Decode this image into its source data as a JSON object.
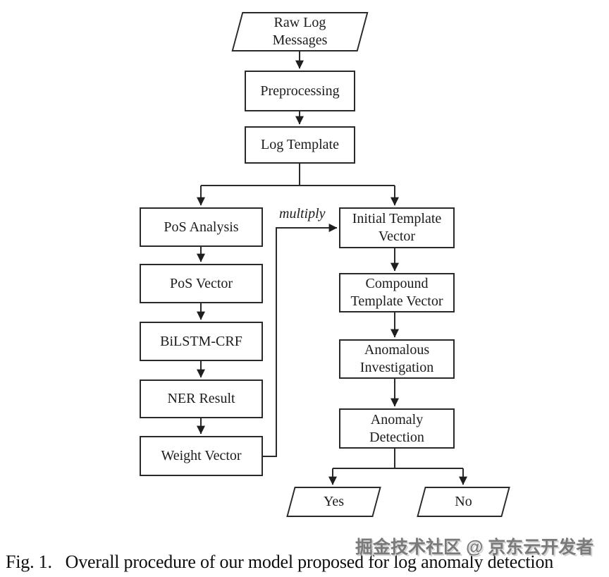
{
  "flowchart": {
    "nodes": {
      "raw_log_messages": {
        "line1": "Raw Log",
        "line2": "Messages"
      },
      "preprocessing": {
        "line1": "Preprocessing"
      },
      "log_template": {
        "line1": "Log Template"
      },
      "pos_analysis": {
        "line1": "PoS Analysis"
      },
      "pos_vector": {
        "line1": "PoS Vector"
      },
      "bilstm_crf": {
        "line1": "BiLSTM-CRF"
      },
      "ner_result": {
        "line1": "NER Result"
      },
      "weight_vector": {
        "line1": "Weight Vector"
      },
      "initial_template_vector": {
        "line1": "Initial  Template",
        "line2": "Vector"
      },
      "compound_template_vector": {
        "line1": "Compound",
        "line2": "Template Vector"
      },
      "anomalous_investigation": {
        "line1": "Anomalous",
        "line2": "Investigation"
      },
      "anomaly_detection": {
        "line1": "Anomaly",
        "line2": "Detection"
      },
      "yes_output": {
        "line1": "Yes"
      },
      "no_output": {
        "line1": "No"
      }
    },
    "edge_label": "multiply"
  },
  "caption": "Fig. 1.   Overall procedure of our model proposed for log anomaly detection",
  "watermark": "掘金技术社区 @ 京东云开发者",
  "colors": {
    "line": "#2a2a2a",
    "background": "#ffffff",
    "watermark_gray": "#6f6f6f"
  }
}
